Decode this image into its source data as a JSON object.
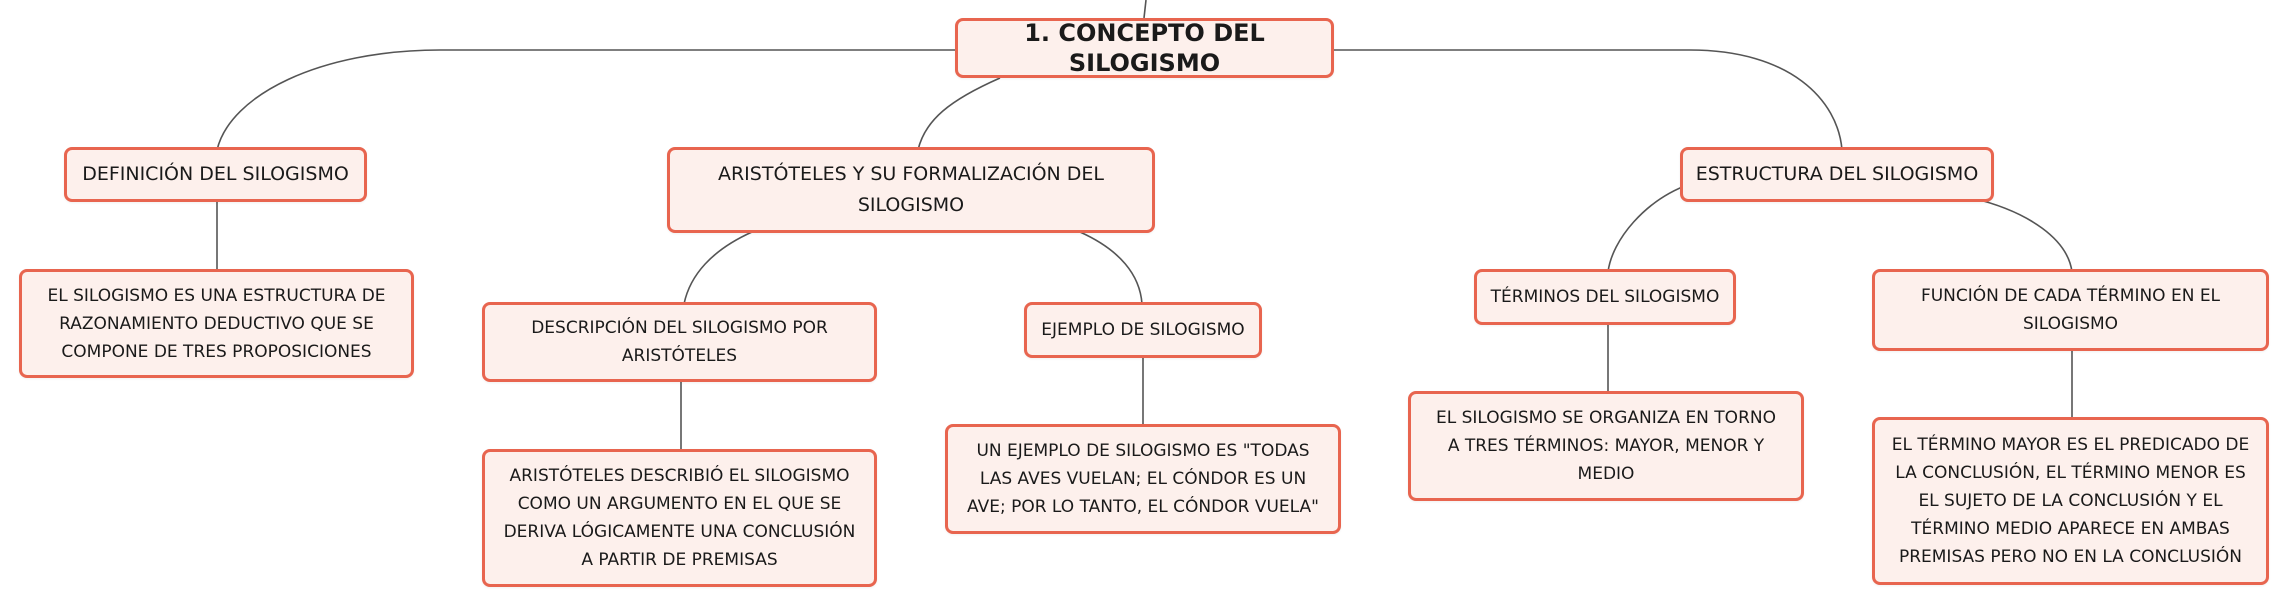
{
  "diagram": {
    "root": {
      "label": "1. CONCEPTO DEL SILOGISMO"
    },
    "definicion": {
      "label": "DEFINICIÓN DEL SILOGISMO"
    },
    "definicion_detalle": {
      "label": "EL SILOGISMO ES UNA ESTRUCTURA DE RAZONAMIENTO DEDUCTIVO QUE SE COMPONE DE TRES PROPOSICIONES"
    },
    "aristoteles": {
      "label": "ARISTÓTELES Y SU FORMALIZACIÓN DEL SILOGISMO"
    },
    "descripcion": {
      "label": "DESCRIPCIÓN DEL SILOGISMO POR ARISTÓTELES"
    },
    "descripcion_detalle": {
      "label": "ARISTÓTELES DESCRIBIÓ EL SILOGISMO COMO UN ARGUMENTO EN EL QUE SE DERIVA LÓGICAMENTE UNA CONCLUSIÓN A PARTIR DE PREMISAS"
    },
    "ejemplo": {
      "label": "EJEMPLO DE SILOGISMO"
    },
    "ejemplo_detalle": {
      "label": "UN EJEMPLO DE SILOGISMO ES \"TODAS LAS AVES VUELAN; EL CÓNDOR ES UN AVE; POR LO TANTO, EL CÓNDOR VUELA\""
    },
    "estructura": {
      "label": "ESTRUCTURA DEL SILOGISMO"
    },
    "terminos": {
      "label": "TÉRMINOS DEL SILOGISMO"
    },
    "terminos_detalle": {
      "label": "EL SILOGISMO SE ORGANIZA EN TORNO A TRES TÉRMINOS: MAYOR, MENOR Y MEDIO"
    },
    "funcion": {
      "label": "FUNCIÓN DE CADA TÉRMINO EN EL SILOGISMO"
    },
    "funcion_detalle": {
      "label": "EL TÉRMINO MAYOR ES EL PREDICADO DE LA CONCLUSIÓN, EL TÉRMINO MENOR ES EL SUJETO DE LA CONCLUSIÓN Y EL TÉRMINO MEDIO APARECE EN AMBAS PREMISAS PERO NO EN LA CONCLUSIÓN"
    }
  },
  "colors": {
    "node_border": "#e8654f",
    "node_fill": "#fdf0ec",
    "connector": "#555555",
    "text": "#1a1a1a"
  }
}
